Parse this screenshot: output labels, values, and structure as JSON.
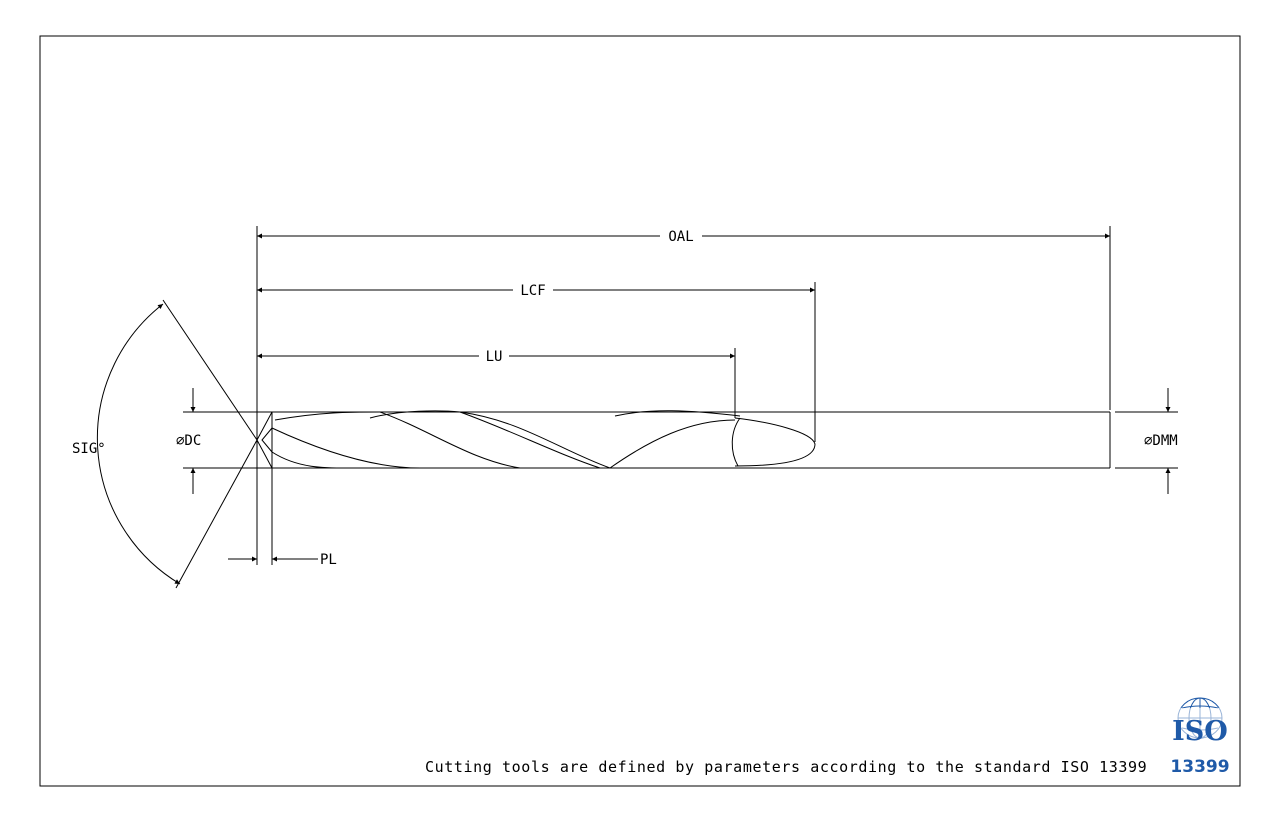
{
  "labels": {
    "oal": "OAL",
    "lcf": "LCF",
    "lu": "LU",
    "dc": "⌀DC",
    "dmm": "⌀DMM",
    "sig": "SIG°",
    "pl": "PL"
  },
  "footer": {
    "caption": "Cutting tools are defined by parameters according to the standard ISO 13399"
  },
  "logo": {
    "word": "ISO",
    "number": "13399",
    "color": "#1f5aa8"
  }
}
